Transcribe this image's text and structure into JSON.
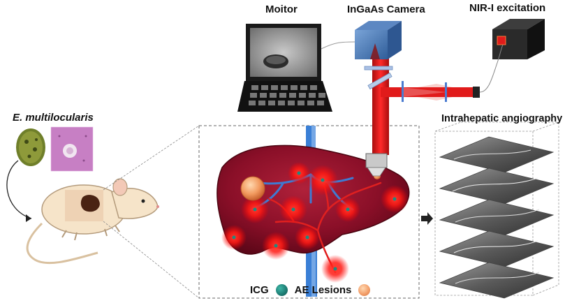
{
  "labels": {
    "monitor": "Moitor",
    "camera": "InGaAs Camera",
    "nir_excitation": "NIR-I excitation",
    "angiography": "Intrahepatic angiography",
    "species": "E. multilocularis"
  },
  "legend": {
    "icg": "ICG",
    "ae_lesions": "AE Lesions"
  },
  "colors": {
    "laser": "#e11b1b",
    "liver": "#8e1028",
    "vessel_blue": "#3a7fd6",
    "icg": "#23897e",
    "ae_lesion": "#f09a63"
  }
}
